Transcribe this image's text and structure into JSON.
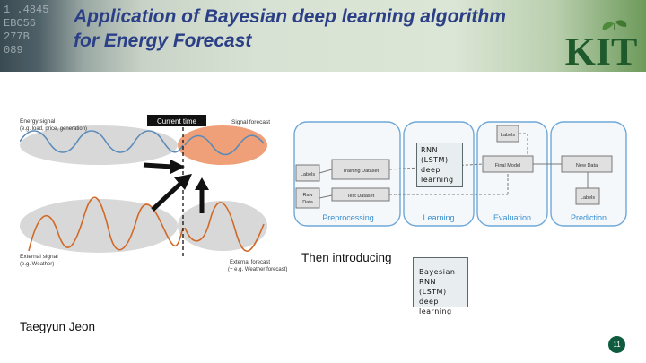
{
  "slide": {
    "title_line1": "Application of Bayesian deep learning algorithm",
    "title_line2": "for Energy Forecast",
    "logo_text": "KIT",
    "banner_digits": [
      "1 .4845",
      "EBC56",
      "277B",
      "089"
    ],
    "note_rnn_lines": [
      "RNN",
      "(LSTM)",
      "deep",
      "learning"
    ],
    "then_text": "Then introducing",
    "note_bayes_lines": [
      "Bayesian RNN",
      "(LSTM) deep",
      "learning"
    ],
    "author": "Taegyun Jeon",
    "page_number": "11"
  },
  "left_figure": {
    "energy_label_1": "Energy signal",
    "energy_label_2": "(e.g. load, price, generation)",
    "current_time": "Current time",
    "signal_forecast": "Signal forecast",
    "external_label_1": "External signal",
    "external_label_2": "(e.g. Weather)",
    "external_forecast_1": "External forecast",
    "external_forecast_2": "(+ e.g. Weather forecast)"
  },
  "right_figure": {
    "labels_top": "Labels",
    "labels_left": "Labels",
    "training_dataset": "Training Dataset",
    "final_model": "Final Model",
    "new_data": "New Data",
    "raw_data_1": "Raw",
    "raw_data_2": "Data",
    "test_dataset": "Test Dataset",
    "labels_right": "Labels",
    "stages": [
      "Preprocessing",
      "Learning",
      "Evaluation",
      "Prediction"
    ]
  },
  "colors": {
    "title": "#2b3f86",
    "stage_text": "#3a8fd0",
    "signal_blue": "#5a8ab8",
    "signal_orange": "#d06a28",
    "forecast_bubble": "#f0a078",
    "page_badge": "#0f5b3f"
  }
}
